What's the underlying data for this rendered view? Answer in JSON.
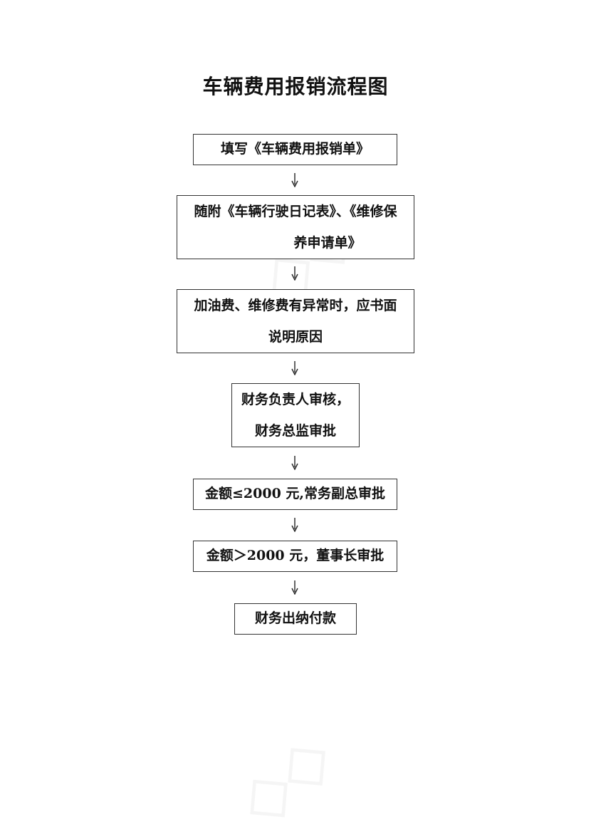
{
  "title": "车辆费用报销流程图",
  "steps": {
    "s1": {
      "lines": [
        "填写《车辆费用报销单》"
      ]
    },
    "s2": {
      "lines": [
        "随附《车辆行驶日记表》、《维修保",
        "养申请单》"
      ]
    },
    "s3": {
      "lines": [
        "加油费、维修费有异常时，应书面",
        "说明原因"
      ]
    },
    "s4": {
      "lines": [
        "财务负责人审核，",
        "财务总监审批"
      ]
    },
    "s5": {
      "lines": [
        "金额≤2000 元,常务副总审批"
      ]
    },
    "s6": {
      "lines": [
        "金额＞2000 元，董事长审批"
      ]
    },
    "s7": {
      "lines": [
        "财务出纳付款"
      ]
    }
  },
  "colors": {
    "border": "#333333",
    "text": "#111111",
    "watermark": "rgba(0,0,0,0.04)"
  }
}
